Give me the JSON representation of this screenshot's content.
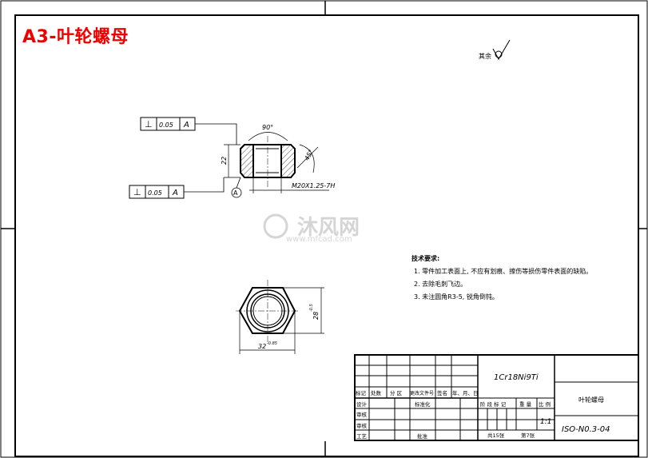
{
  "title": "A3-叶轮螺母",
  "surface_mark": "其余",
  "datum": "A",
  "tolerance": {
    "symbol": "⊥",
    "value": "0.05",
    "datum": "A"
  },
  "dims": {
    "angle": "90°",
    "chamfer": "45°",
    "height": "22",
    "thread": "M20X1.25-7H",
    "width": "28",
    "width_tol": "-0.5",
    "diameter": "32",
    "diameter_tol": "-0.85"
  },
  "watermark": {
    "name": "沐风网",
    "url": "www.mfcad.com"
  },
  "tech_requirements": {
    "heading": "技术要求:",
    "items": [
      "1. 零件加工表面上, 不应有划痕、擦伤等损伤零件表面的缺陷。",
      "2. 去除毛刺飞边。",
      "3. 未注圆角R3-5, 锐角倒钝。"
    ]
  },
  "title_block": {
    "material": "1Cr18Ni9Ti",
    "part_name": "叶轮螺母",
    "drawing_no": "ISO-N0.3-04",
    "scale": "1:1",
    "total_sheets": "共15张",
    "sheet_no": "第7张",
    "change_headers": [
      "标记",
      "处数",
      "分 区",
      "更改文件号",
      "签名",
      "年、月、日"
    ],
    "row_labels": [
      "设计",
      "审核",
      "审核",
      "工艺"
    ],
    "standardize": "标准化",
    "approve": "批准",
    "stage_headers": [
      "阶 段 标 记",
      "重 量",
      "比 例"
    ]
  }
}
